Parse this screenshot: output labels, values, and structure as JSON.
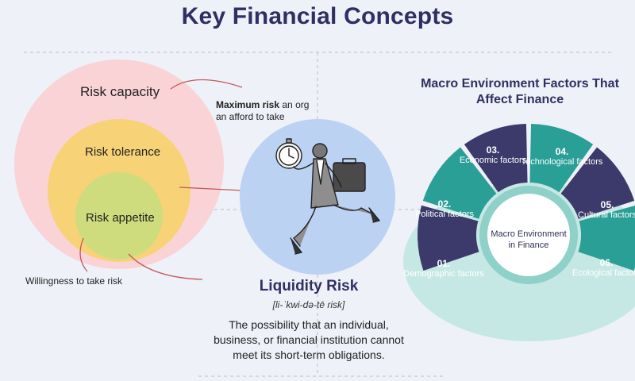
{
  "title": "Key Financial Concepts",
  "risk": {
    "capacity": "Risk capacity",
    "tolerance": "Risk tolerance",
    "appetite": "Risk appetite",
    "max_risk_bold": "Maximum risk",
    "max_risk_rest": " an org",
    "max_risk_line2": "an afford to take",
    "willingness": "Willingness to take risk"
  },
  "liquidity": {
    "title": "Liquidity Risk",
    "pronunciation": "[li-ˈkwi-də-tē risk]",
    "description": "The possibility that an individual, business, or financial institution cannot meet its short-term obligations."
  },
  "macro": {
    "title": "Macro Environment Factors That Affect Finance",
    "center": "Macro Environment in Finance",
    "factors": [
      {
        "num": "01.",
        "label": "Demographic factors",
        "color": "#3b3a6b"
      },
      {
        "num": "02.",
        "label": "Political factors",
        "color": "#2a9f96"
      },
      {
        "num": "03.",
        "label": "Economic factors",
        "color": "#3b3a6b"
      },
      {
        "num": "04.",
        "label": "Technological factors",
        "color": "#2a9f96"
      },
      {
        "num": "05.",
        "label": "Cultural factors",
        "color": "#3b3a6b"
      },
      {
        "num": "06.",
        "label": "Ecological factors",
        "color": "#2a9f96"
      }
    ]
  },
  "colors": {
    "capacity_fill": "#f9d3d6",
    "tolerance_fill": "#f7d277",
    "appetite_fill": "#cfdc7d",
    "liquidity_circle": "#bcd2f3",
    "teal": "#2a9f96",
    "navy": "#3b3a6b",
    "arrow": "#c25a5a"
  }
}
